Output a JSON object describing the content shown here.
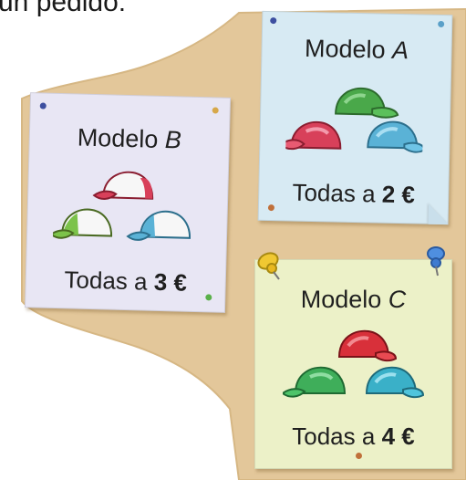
{
  "header": {
    "text": "un pedido:"
  },
  "cards": {
    "a": {
      "title": "Modelo ",
      "model": "A",
      "price_prefix": "Todas a ",
      "price": "2 €"
    },
    "b": {
      "title": "Modelo ",
      "model": "B",
      "price_prefix": "Todas a ",
      "price": "3 €"
    },
    "c": {
      "title": "Modelo ",
      "model": "C",
      "price_prefix": "Todas a ",
      "price": "4 €"
    }
  },
  "colors": {
    "board": "#e3c79a",
    "card_a": "#d7eaf3",
    "card_b": "#e8e6f4",
    "card_c": "#ecf1c8"
  },
  "icons": [
    "cap-icon",
    "pin-icon"
  ]
}
